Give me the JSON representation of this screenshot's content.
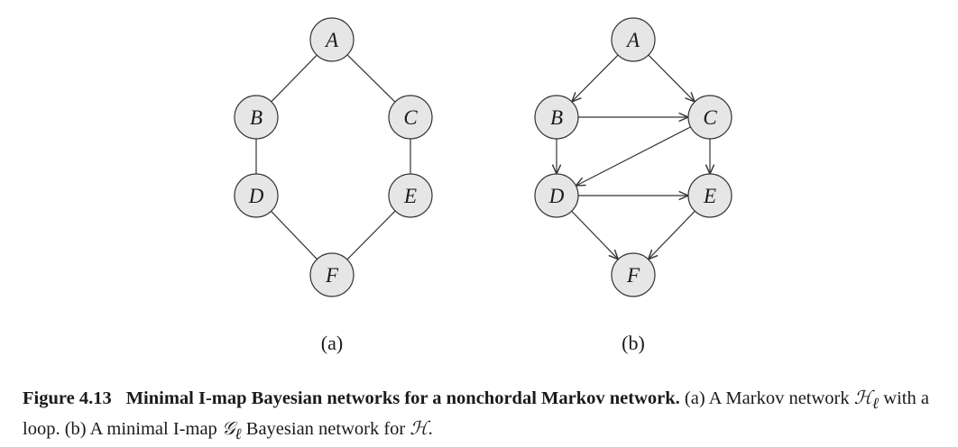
{
  "diagrams": [
    {
      "id": "a",
      "label": "(a)",
      "nodes": [
        "A",
        "B",
        "C",
        "D",
        "E",
        "F"
      ],
      "directed": false,
      "edges": [
        [
          "A",
          "B"
        ],
        [
          "A",
          "C"
        ],
        [
          "B",
          "D"
        ],
        [
          "C",
          "E"
        ],
        [
          "D",
          "F"
        ],
        [
          "E",
          "F"
        ]
      ]
    },
    {
      "id": "b",
      "label": "(b)",
      "nodes": [
        "A",
        "B",
        "C",
        "D",
        "E",
        "F"
      ],
      "directed": true,
      "edges": [
        [
          "A",
          "B"
        ],
        [
          "A",
          "C"
        ],
        [
          "B",
          "C"
        ],
        [
          "B",
          "D"
        ],
        [
          "C",
          "D"
        ],
        [
          "C",
          "E"
        ],
        [
          "D",
          "E"
        ],
        [
          "D",
          "F"
        ],
        [
          "E",
          "F"
        ]
      ]
    }
  ],
  "caption": {
    "figure_number": "Figure 4.13",
    "title": "Minimal I-map Bayesian networks for a nonchordal Markov network.",
    "part1_prefix": "(a) A Markov network",
    "markov_symbol": "ℋ",
    "markov_sub": "ℓ",
    "part1_suffix": "with a loop. (b) A minimal I-map",
    "bn_symbol": "𝒢",
    "bn_sub": "ℓ",
    "part2_suffix": "Bayesian network for",
    "final_symbol": "ℋ",
    "final_punct": "."
  }
}
